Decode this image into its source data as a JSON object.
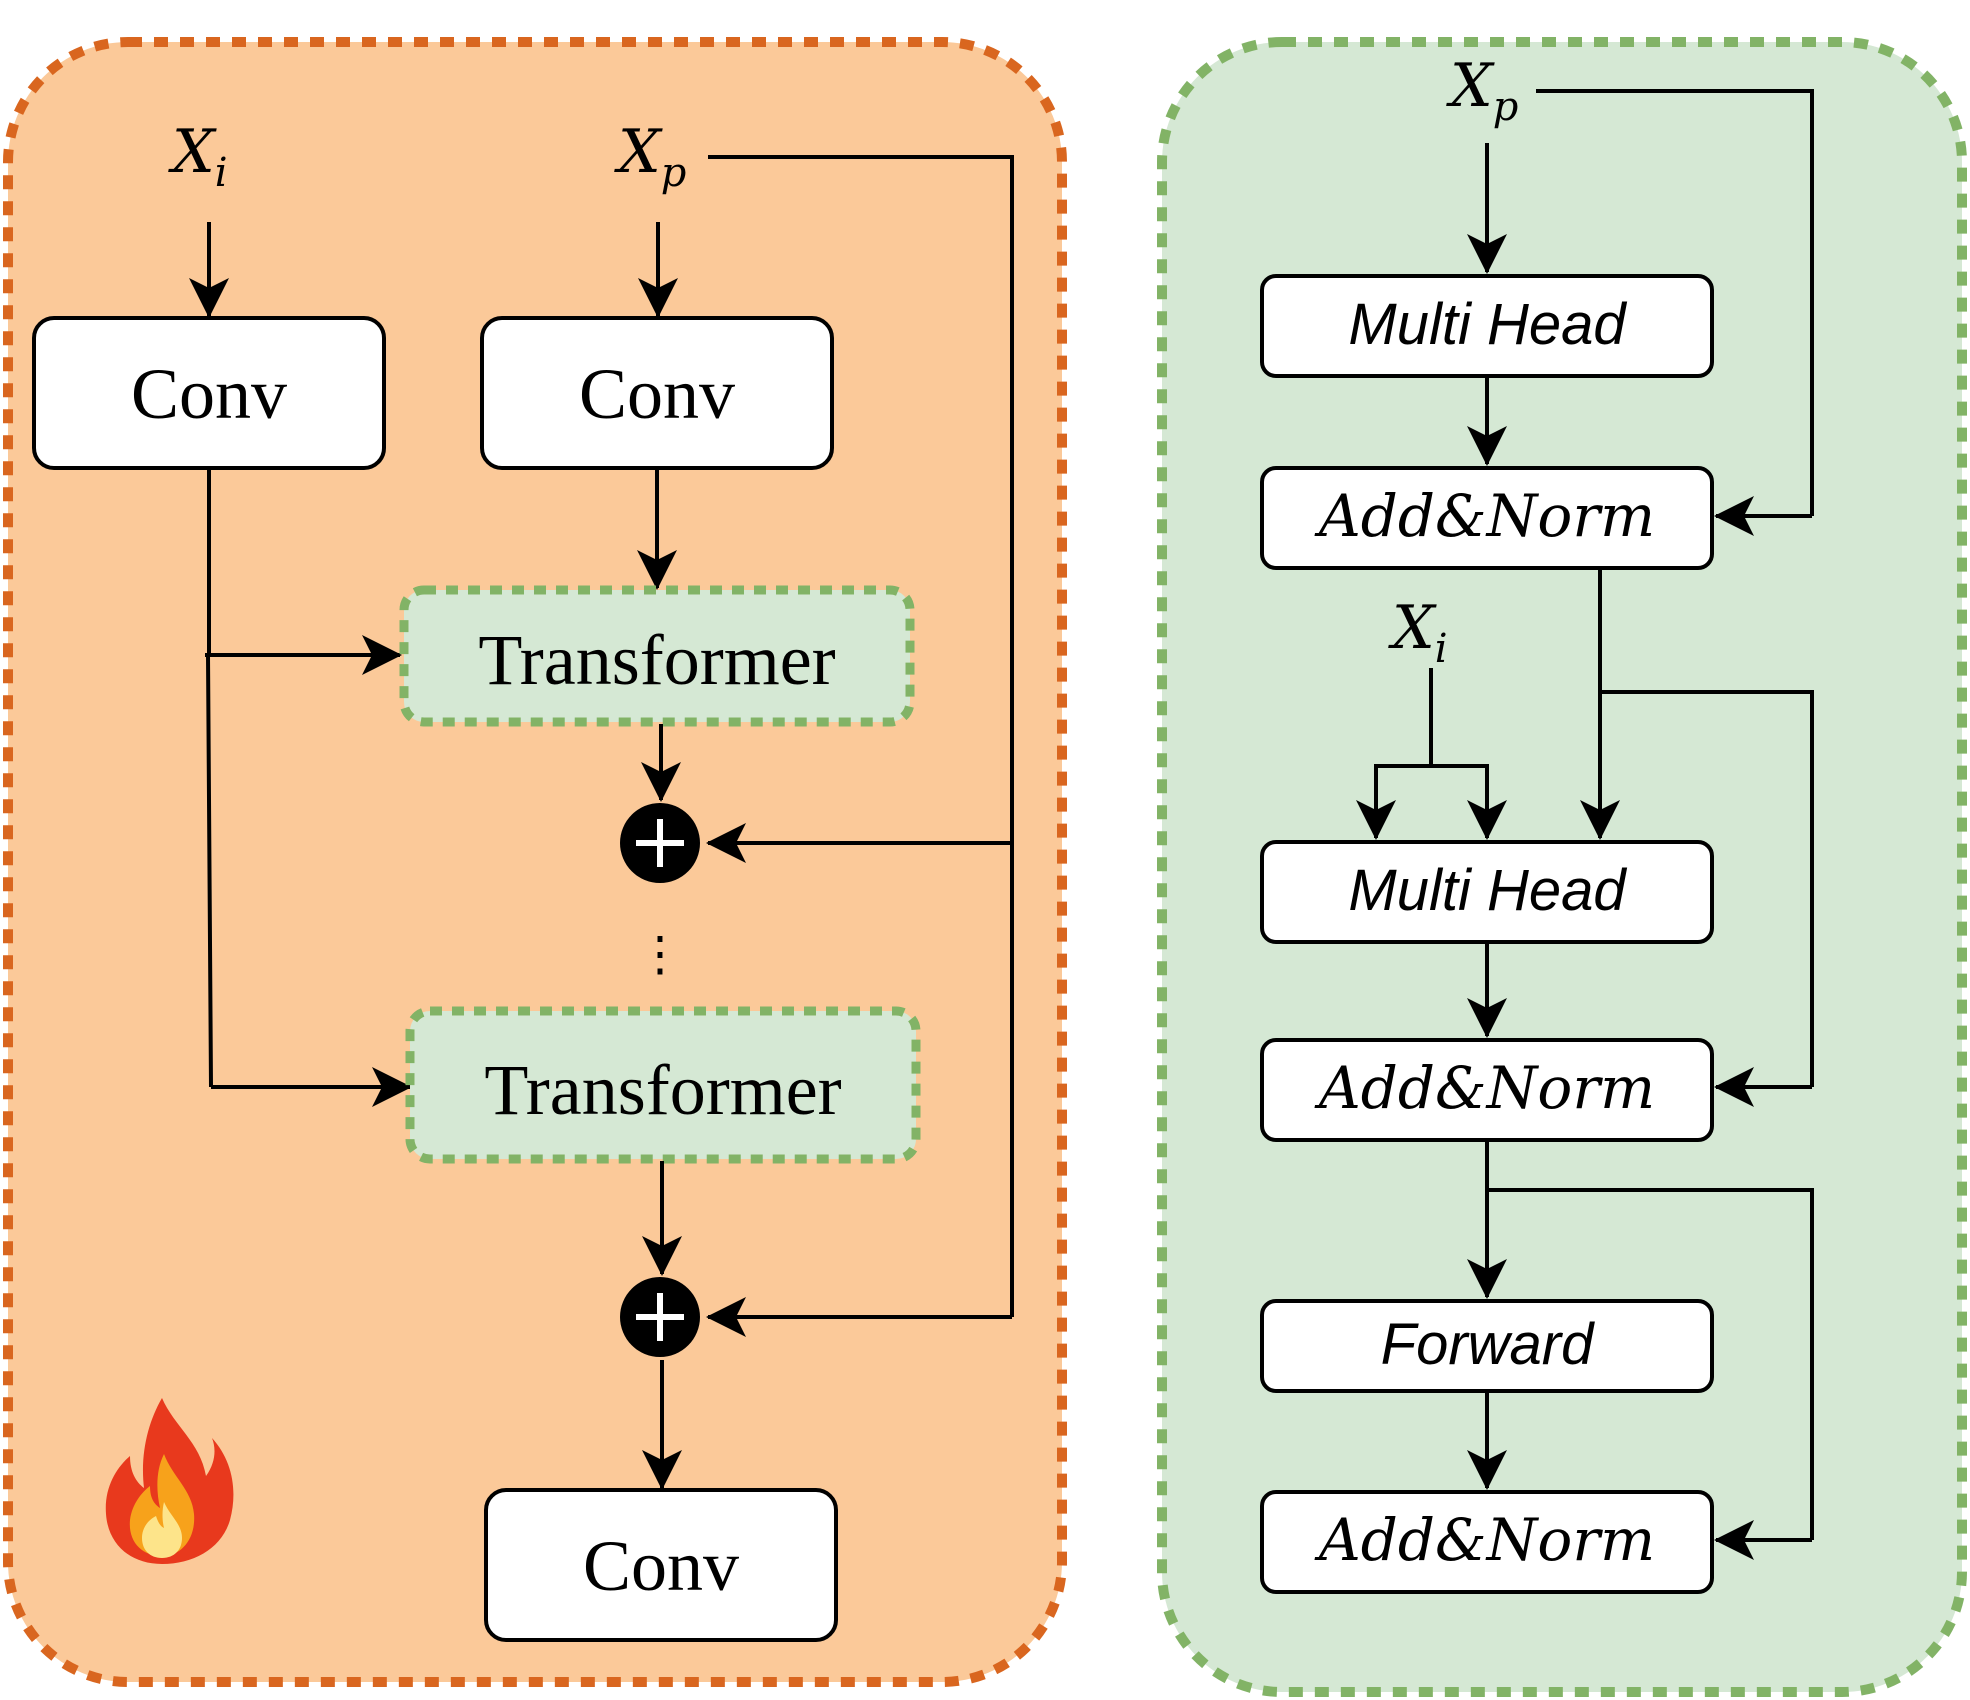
{
  "colors": {
    "left_panel_fill": "#fbc999",
    "left_panel_border": "#d9661f",
    "right_panel_fill": "#d5e8d4",
    "right_panel_border": "#82b366",
    "transformer_fill": "#d5e8d4",
    "transformer_border": "#82b366",
    "box_fill": "#ffffff",
    "line": "#000000"
  },
  "left_panel": {
    "input_i": {
      "base": "X",
      "sub": "i"
    },
    "input_p": {
      "base": "X",
      "sub": "p"
    },
    "conv_top_left": "Conv",
    "conv_top_right": "Conv",
    "transformer_1": "Transformer",
    "transformer_2": "Transformer",
    "ellipsis": "⋮",
    "plus_symbol": "+",
    "conv_bottom": "Conv",
    "fire_icon": "fire-emoji"
  },
  "right_panel": {
    "input_p": {
      "base": "X",
      "sub": "p"
    },
    "input_i": {
      "base": "X",
      "sub": "i"
    },
    "multi_head_1": "Multi Head",
    "add_norm_1": "Add&Norm",
    "multi_head_2": "Multi Head",
    "add_norm_2": "Add&Norm",
    "forward": "Forward",
    "add_norm_3": "Add&Norm"
  }
}
